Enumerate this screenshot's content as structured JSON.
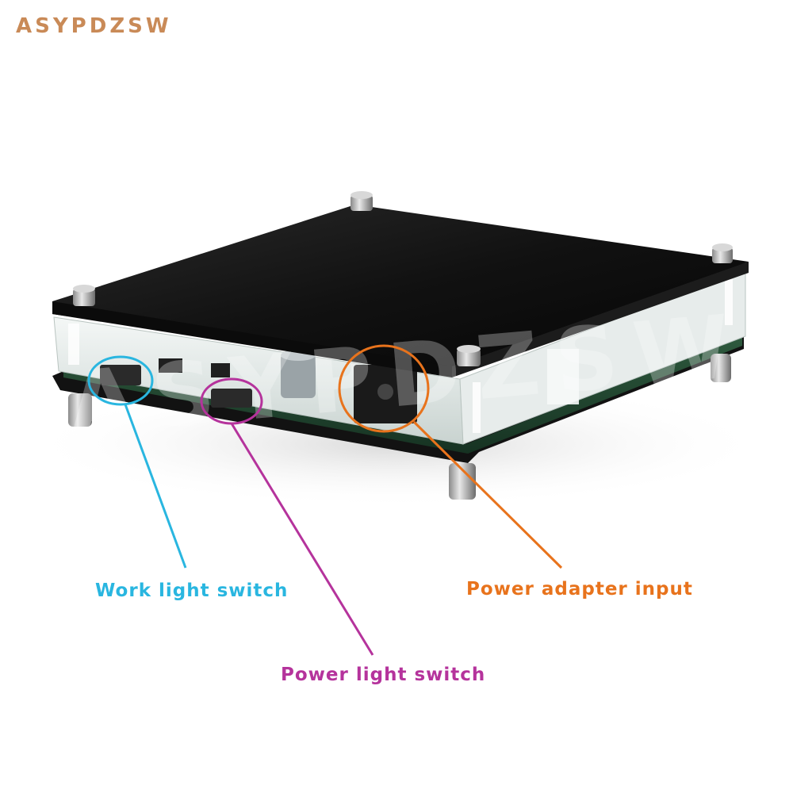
{
  "brand": {
    "text": "ASYPDZSW",
    "color": "#c98a57"
  },
  "watermark": {
    "text": "ASYPDZSW"
  },
  "callouts": [
    {
      "id": "work",
      "label": "Work light switch",
      "color": "#29b6e0"
    },
    {
      "id": "power_light",
      "label": "Power light switch",
      "color": "#b5339c"
    },
    {
      "id": "adapter",
      "label": "Power adapter input",
      "color": "#e8731c"
    }
  ]
}
